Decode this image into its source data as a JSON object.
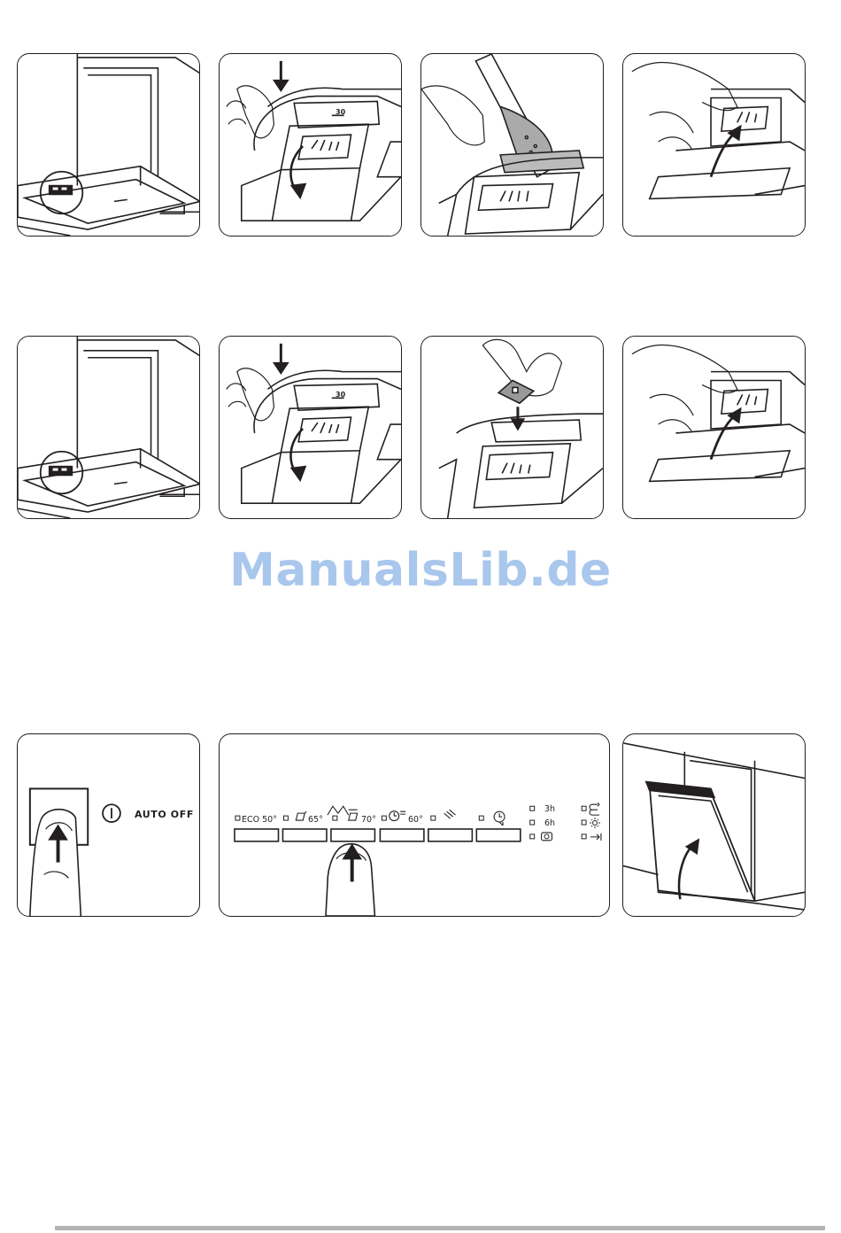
{
  "watermark": "ManualsLib.de",
  "dispenser": {
    "dose_label": "30"
  },
  "power": {
    "auto_off_label": "AUTO OFF"
  },
  "programmes": [
    {
      "label": "ECO 50°"
    },
    {
      "label": "65°"
    },
    {
      "label": "70°"
    },
    {
      "label": "60°"
    },
    {
      "label": ""
    },
    {
      "label": ""
    }
  ],
  "delay": [
    {
      "label": "3h"
    },
    {
      "label": "6h"
    }
  ],
  "icons": {
    "row1": [
      "dishwasher-door-open-icon",
      "press-release-button-icon",
      "detergent-powder-icon",
      "close-lid-icon"
    ],
    "row2": [
      "dishwasher-door-open-icon",
      "press-release-button-icon",
      "detergent-tablet-icon",
      "close-lid-icon"
    ],
    "row3": [
      "on-off-button-icon",
      "programme-select-icon",
      "close-door-icon"
    ]
  }
}
